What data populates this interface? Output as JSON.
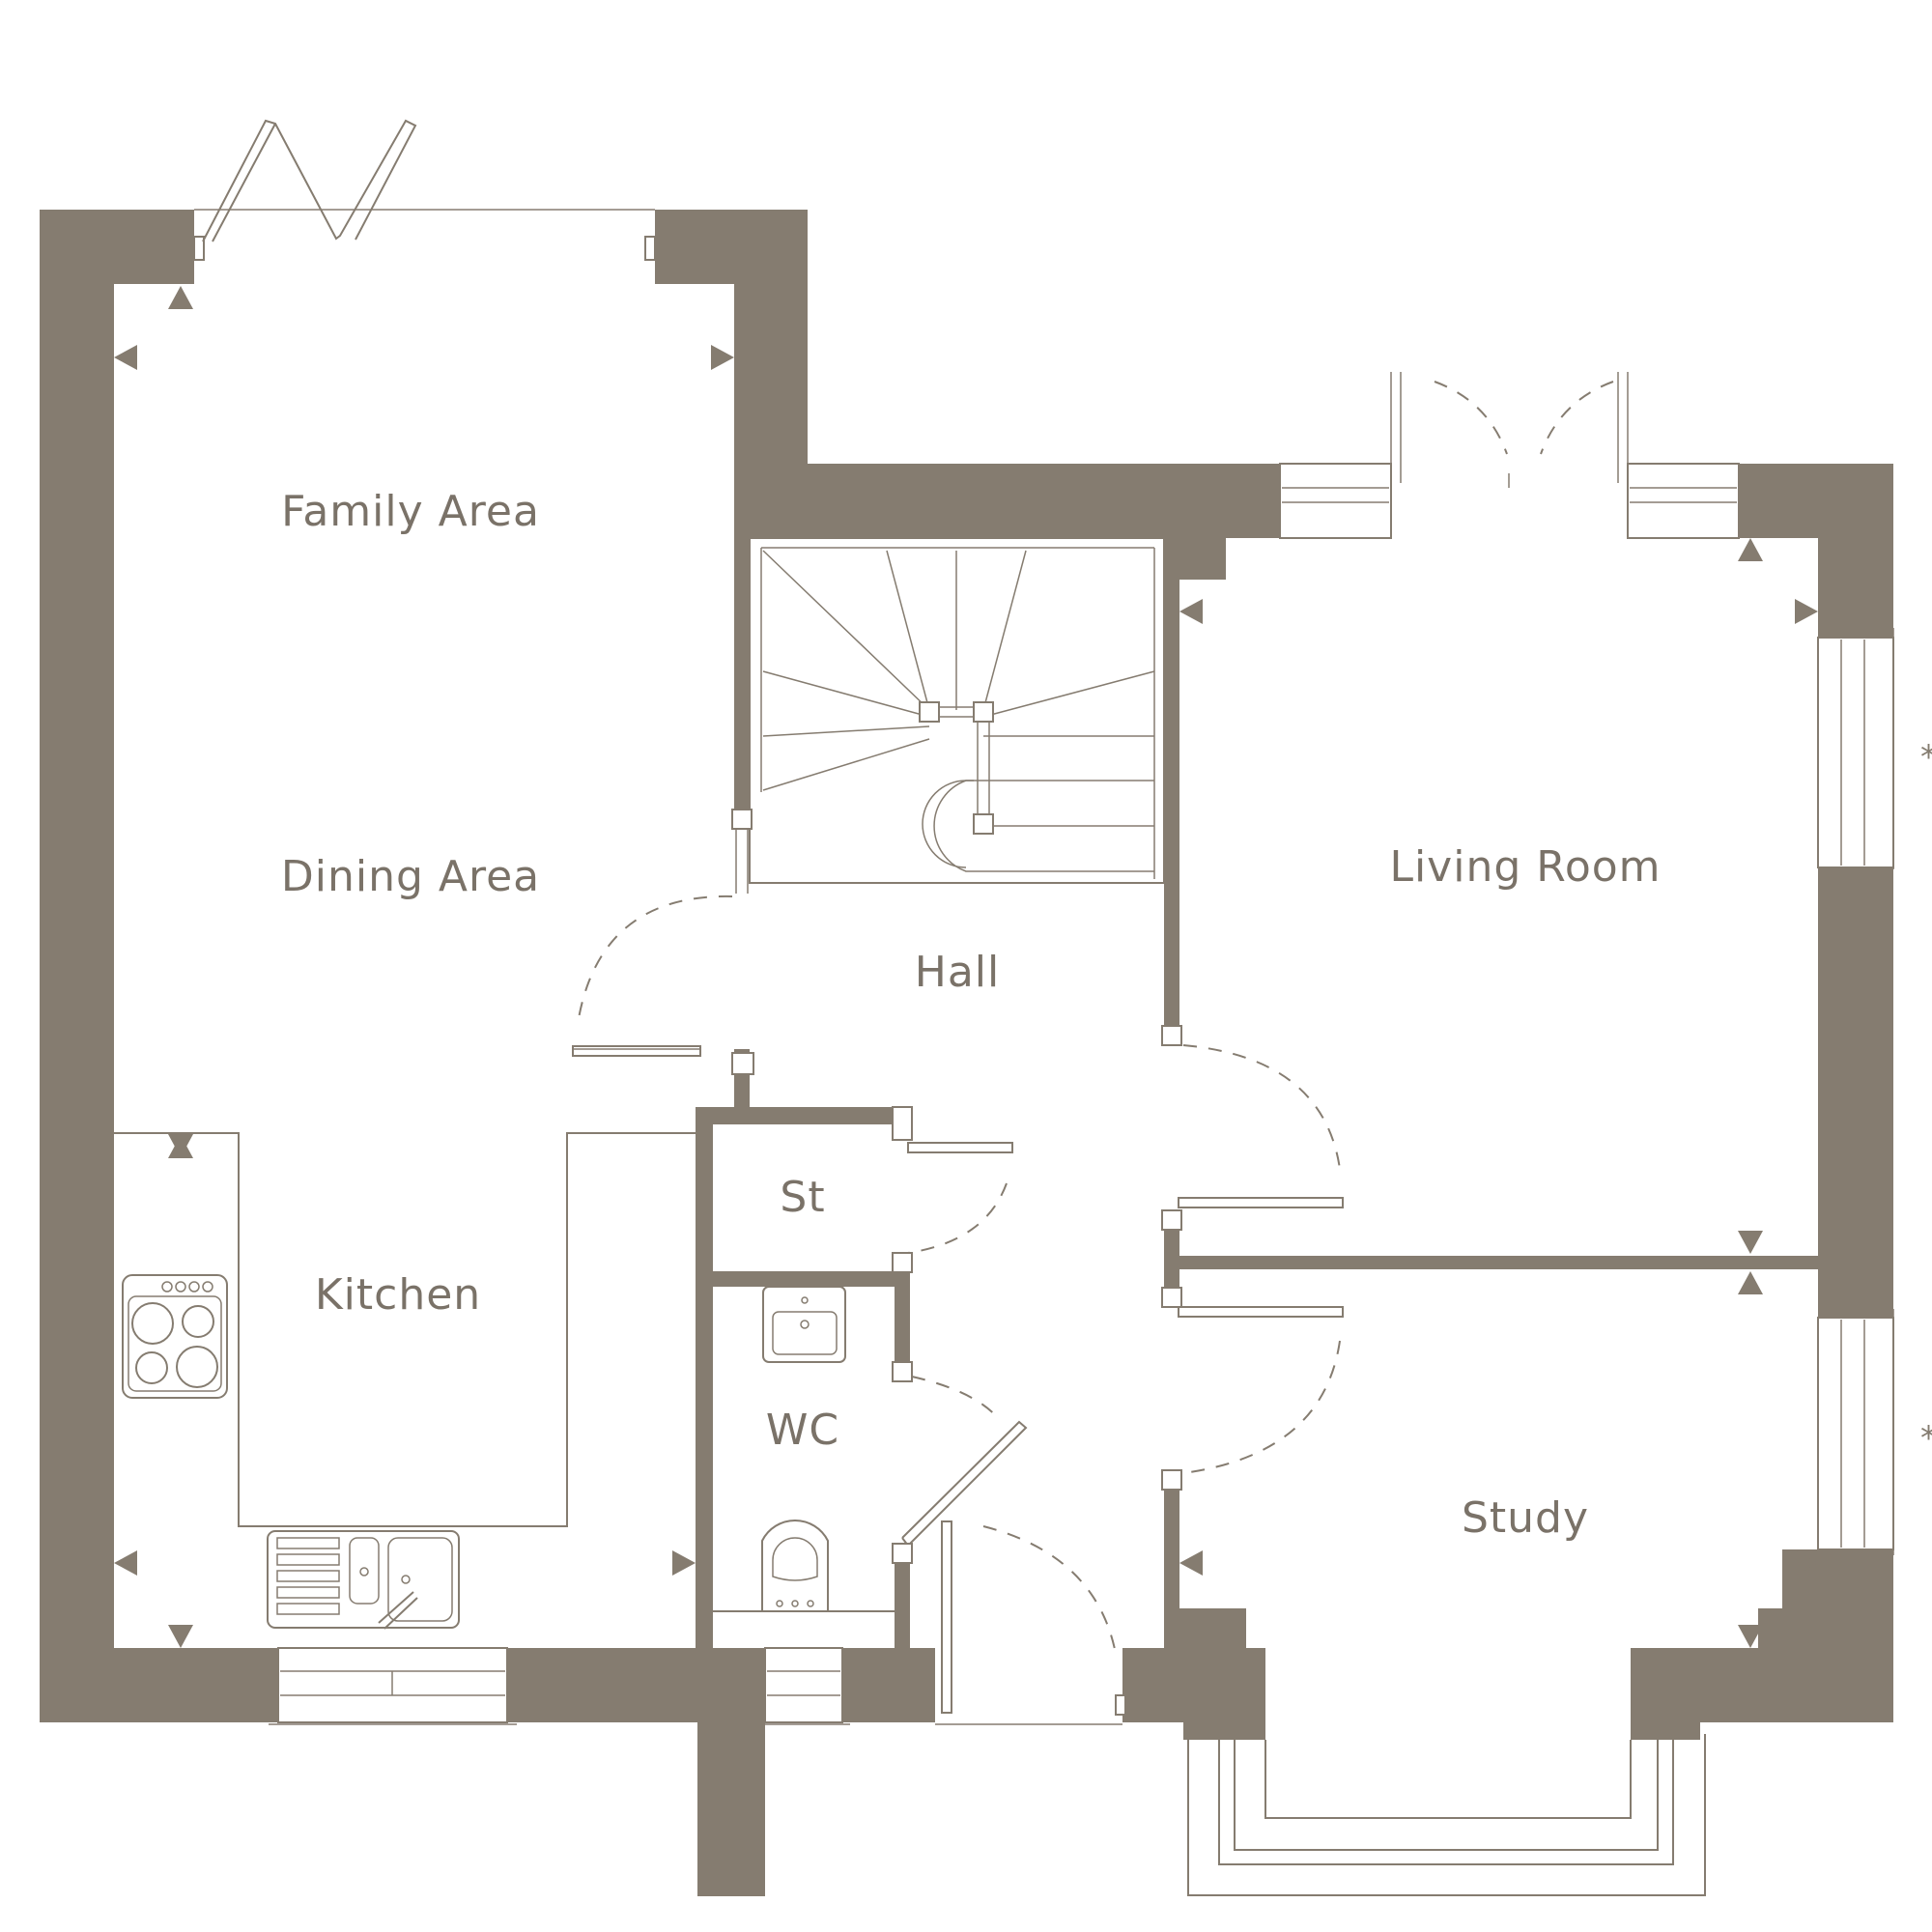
{
  "rooms": {
    "family_area": "Family Area",
    "dining_area": "Dining Area",
    "kitchen": "Kitchen",
    "hall": "Hall",
    "store": "St",
    "wc": "WC",
    "living_room": "Living Room",
    "study": "Study"
  },
  "markers": {
    "window_note_1": "*",
    "window_note_2": "*"
  },
  "colors": {
    "wall": "#857c70",
    "text": "#7a7268",
    "background": "#ffffff"
  }
}
